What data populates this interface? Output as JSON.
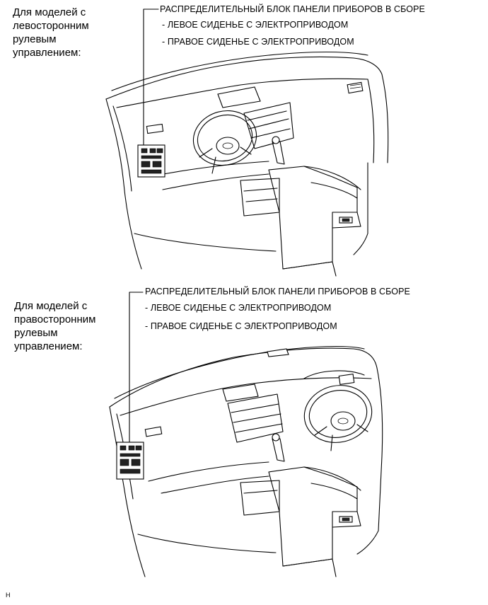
{
  "lhd": {
    "model_label": "Для моделей с\nлевосторонним\nрулевым\nуправлением:",
    "callout_title": "РАСПРЕДЕЛИТЕЛЬНЫЙ БЛОК ПАНЕЛИ ПРИБОРОВ В СБОРЕ",
    "callout_item1": "- ЛЕВОЕ СИДЕНЬЕ С ЭЛЕКТРОПРИВОДОМ",
    "callout_item2": "- ПРАВОЕ СИДЕНЬЕ С ЭЛЕКТРОПРИВОДОМ"
  },
  "rhd": {
    "model_label": "Для моделей с\nправосторонним\nрулевым\nуправлением:",
    "callout_title": "РАСПРЕДЕЛИТЕЛЬНЫЙ БЛОК ПАНЕЛИ ПРИБОРОВ В СБОРЕ",
    "callout_item1": "- ЛЕВОЕ СИДЕНЬЕ С ЭЛЕКТРОПРИВОДОМ",
    "callout_item2": "- ПРАВОЕ СИДЕНЬЕ С ЭЛЕКТРОПРИВОДОМ"
  },
  "footer_code": "H"
}
